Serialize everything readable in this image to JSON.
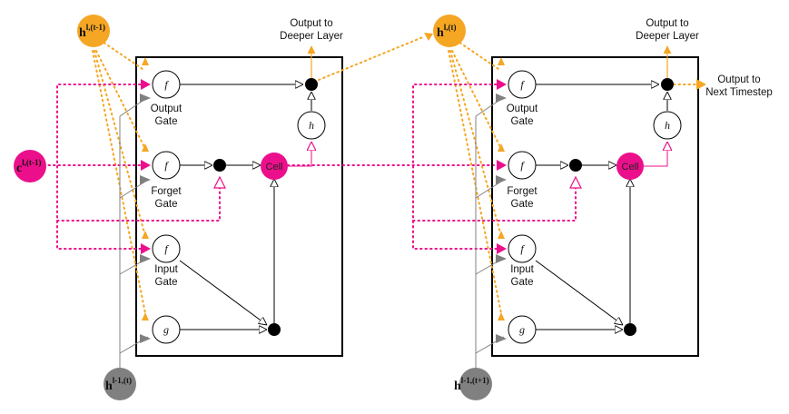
{
  "colors": {
    "hidden_prev": "#f5a623",
    "cell_state": "#ec0f8c",
    "lower_input": "#808080",
    "line": "#000000"
  },
  "inputs": {
    "h_prev": {
      "base": "h",
      "sup": "l,(t-1)"
    },
    "c_prev": {
      "base": "c",
      "sup": "l,(t-1)"
    },
    "h_lower_t": {
      "base": "h",
      "sup": "l-1,(t)"
    },
    "h_out_t": {
      "base": "h",
      "sup": "l,(t)"
    },
    "h_lower_t1": {
      "base": "h",
      "sup": "l-1,(t+1)"
    }
  },
  "cells": [
    {
      "output_gate": {
        "symbol": "f",
        "label_1": "Output",
        "label_2": "Gate"
      },
      "forget_gate": {
        "symbol": "f",
        "label_1": "Forget",
        "label_2": "Gate"
      },
      "input_gate": {
        "symbol": "f",
        "label_1": "Input",
        "label_2": "Gate"
      },
      "candidate": {
        "symbol": "g"
      },
      "activation": {
        "symbol": "h"
      },
      "cell": {
        "label": "Cell"
      },
      "output_label_1": "Output to",
      "output_label_2": "Deeper Layer"
    },
    {
      "output_gate": {
        "symbol": "f",
        "label_1": "Output",
        "label_2": "Gate"
      },
      "forget_gate": {
        "symbol": "f",
        "label_1": "Forget",
        "label_2": "Gate"
      },
      "input_gate": {
        "symbol": "f",
        "label_1": "Input",
        "label_2": "Gate"
      },
      "candidate": {
        "symbol": "g"
      },
      "activation": {
        "symbol": "h"
      },
      "cell": {
        "label": "Cell"
      },
      "output_label_1": "Output to",
      "output_label_2": "Deeper Layer",
      "next_label_1": "Output to",
      "next_label_2": "Next Timestep"
    }
  ]
}
